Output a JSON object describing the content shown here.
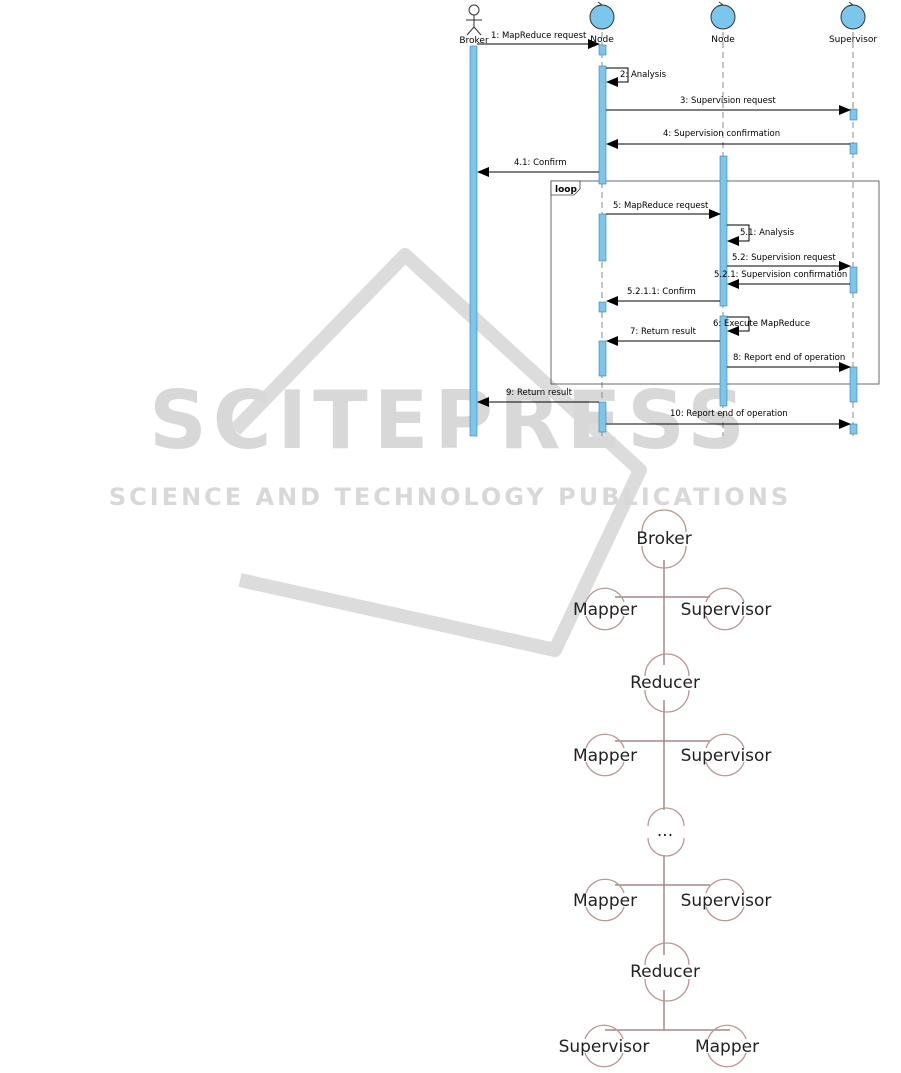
{
  "watermark": {
    "title": "SCITEPRESS",
    "subtitle": "SCIENCE AND TECHNOLOGY PUBLICATIONS"
  },
  "sequence": {
    "lifelines": {
      "broker": "Broker",
      "node1": "Node",
      "node2": "Node",
      "supervisor": "Supervisor"
    },
    "fragment_label": "loop",
    "messages": {
      "m1": "1: MapReduce request",
      "m2": "2: Analysis",
      "m3": "3: Supervision request",
      "m4": "4: Supervision confirmation",
      "m41": "4.1: Confirm",
      "m5": "5: MapReduce request",
      "m51": "5.1: Analysis",
      "m52": "5.2: Supervision request",
      "m521": "5.2.1: Supervision confirmation",
      "m5211": "5.2.1.1: Confirm",
      "m6": "6: Execute MapReduce",
      "m7": "7: Return result",
      "m8": "8: Report end of operation",
      "m9": "9: Return result",
      "m10": "10: Report end of operation"
    }
  },
  "tree": {
    "broker": "Broker",
    "mapper_1": "Mapper",
    "supervisor_1": "Supervisor",
    "reducer_1": "Reducer",
    "mapper_2": "Mapper",
    "supervisor_2": "Supervisor",
    "ellipsis": "...",
    "mapper_3": "Mapper",
    "supervisor_3": "Supervisor",
    "reducer_2": "Reducer",
    "supervisor_4": "Supervisor",
    "mapper_4": "Mapper"
  },
  "colors": {
    "activation": "#7ac6ec",
    "activation_stroke": "#3c7fa8",
    "lifeline": "#888888",
    "watermark": "#dcdcdc",
    "tree_arc": "#b89a96",
    "tree_line": "#a08a88"
  }
}
